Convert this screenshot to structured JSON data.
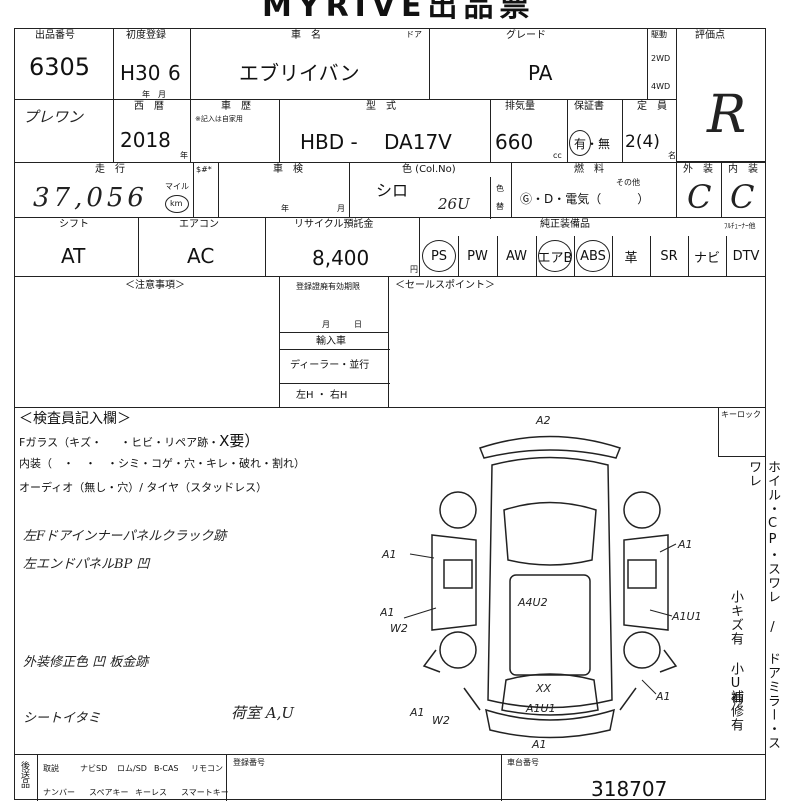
{
  "header": {
    "title": "MYRIVE出品票"
  },
  "labels": {
    "lot_no": "出品番号",
    "first_reg": "初度登録",
    "car_name": "車　名",
    "door": "ドア",
    "grade": "グレード",
    "drive": "駆動",
    "drive_2wd": "2WD",
    "drive_4wd": "4WD",
    "score": "評価点",
    "year_month": "年　月",
    "western_year": "西　暦",
    "history": "車　歴",
    "history_note": "※記入は自家用",
    "model": "型　式",
    "displacement": "排気量",
    "warranty": "保証書",
    "capacity": "定　員",
    "mileage": "走　行",
    "dollar": "$#*",
    "inspection": "車　検",
    "color": "色 (Col.No)",
    "fuel": "燃　料",
    "exterior": "外　装",
    "interior": "内　装",
    "shift": "シフト",
    "aircon": "エアコン",
    "recycle": "リサイクル預託金",
    "equipment": "純正装備品",
    "caution": "＜注意事項＞",
    "reg_valid": "登録證廃有効期限",
    "month_day": "月　　　日",
    "import": "輸入車",
    "dealer": "ディーラー・並行",
    "steering": "左H ・ 右H",
    "sales_point": "＜セールスポイント＞",
    "inspector": "＜検査員記入欄＞",
    "keylock": "キーロック",
    "fglass": "Fガラス（キズ・",
    "fglass2": "・ヒビ・リペア跡・",
    "x_needed": "X要）",
    "interior_line": "内装（　・　・　・シミ・コゲ・穴・キレ・破れ・割れ）",
    "audio_line": "オーディオ（無し・穴）/ タイヤ（スタッドレス）",
    "km": "km",
    "mile": "マイル",
    "cc": "cc",
    "yen": "円",
    "person": "名",
    "nen": "年",
    "gatsu": "月",
    "color_mark": "色",
    "color_swap": "替",
    "fuel_options": "Ⓖ・D・電気（　　　）",
    "fuel_other": "その他",
    "warranty_opts": "有・無",
    "reg_no": "登録番号",
    "chassis_no": "車台番号",
    "side_vertical": "ホイル・CP・スワレ / ドアミラー・スワレ",
    "side_vertical2": "小キズ有 小U有",
    "side_vertical3": "補修有",
    "bottom_cells": [
      "取説",
      "ナビSD",
      "ロム/SD",
      "B-CAS",
      "リモコン"
    ],
    "bottom_cells2": [
      "ナンバー",
      "スペアキー",
      "キーレス",
      "スマートキー"
    ],
    "rear": "後送品",
    "sub_year": "年",
    "sub_month": "月"
  },
  "values": {
    "lot_no": "6305",
    "first_reg_year": "H30",
    "first_reg_month": "6",
    "car_name": "エブリイバン",
    "grade": "PA",
    "score": "R",
    "history": "プレワン",
    "western_year": "2018",
    "model_prefix": "HBD -",
    "model_code": "DA17V",
    "displacement": "660",
    "capacity": "2(4)",
    "mileage": "37,056",
    "color_name": "シロ",
    "color_code": "26U",
    "exterior_grade": "C",
    "interior_grade": "C",
    "shift": "AT",
    "aircon": "AC",
    "recycle": "8,400",
    "chassis_no": "318707"
  },
  "equipment_items": [
    "PS",
    "PW",
    "AW",
    "エアB",
    "ABS",
    "革",
    "SR",
    "ナビ",
    "DTV"
  ],
  "equipment_circled": [
    "PS",
    "エアB",
    "ABS"
  ],
  "equip_head_right": "ﾌﾙﾁｭｰﾅｰ他",
  "handwritten_notes": [
    "左Fドアインナーパネルクラック跡",
    "左エンドパネルBP 凹",
    "外装修正色 凹 板金跡",
    "シートイタミ",
    "荷室 A,U"
  ],
  "damage_marks": [
    "A2",
    "A1",
    "A1",
    "A4U2",
    "A1U1",
    "A1",
    "W2",
    "A1",
    "XX",
    "A1U1",
    "A1",
    "W2",
    "A1"
  ]
}
